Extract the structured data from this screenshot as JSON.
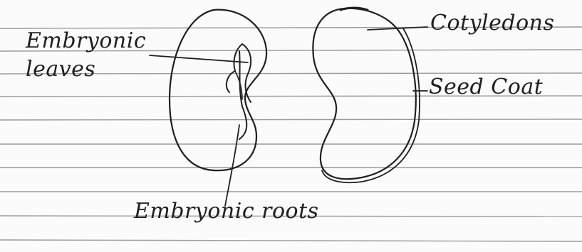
{
  "labels": {
    "embryonic_leaves": "Embryonic\nleaves",
    "cotyledons": "Cotyledons",
    "seed_coat": "Seed Coat",
    "embryonic_roots": "Embryonic roots"
  },
  "colors": {
    "paper": "#fbfbfb",
    "ruled_line": "#9a9a9a",
    "ink": "#202020"
  }
}
